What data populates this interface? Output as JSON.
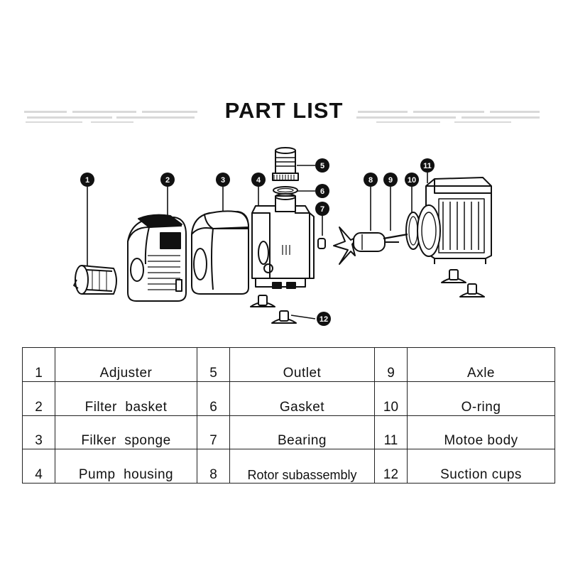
{
  "title": "PART LIST",
  "callouts": [
    "1",
    "2",
    "3",
    "4",
    "5",
    "6",
    "7",
    "8",
    "9",
    "10",
    "11",
    "12"
  ],
  "parts": [
    [
      {
        "num": "1",
        "name": "Adjuster"
      },
      {
        "num": "5",
        "name": "Outlet"
      },
      {
        "num": "9",
        "name": "Axle"
      }
    ],
    [
      {
        "num": "2",
        "name": "Filter  basket"
      },
      {
        "num": "6",
        "name": "Gasket"
      },
      {
        "num": "10",
        "name": "O-ring"
      }
    ],
    [
      {
        "num": "3",
        "name": "Filker  sponge"
      },
      {
        "num": "7",
        "name": "Bearing"
      },
      {
        "num": "11",
        "name": "Motoe body"
      }
    ],
    [
      {
        "num": "4",
        "name": "Pump  housing"
      },
      {
        "num": "8",
        "name": "Rotor subassembly"
      },
      {
        "num": "12",
        "name": "Suction cups"
      }
    ]
  ]
}
